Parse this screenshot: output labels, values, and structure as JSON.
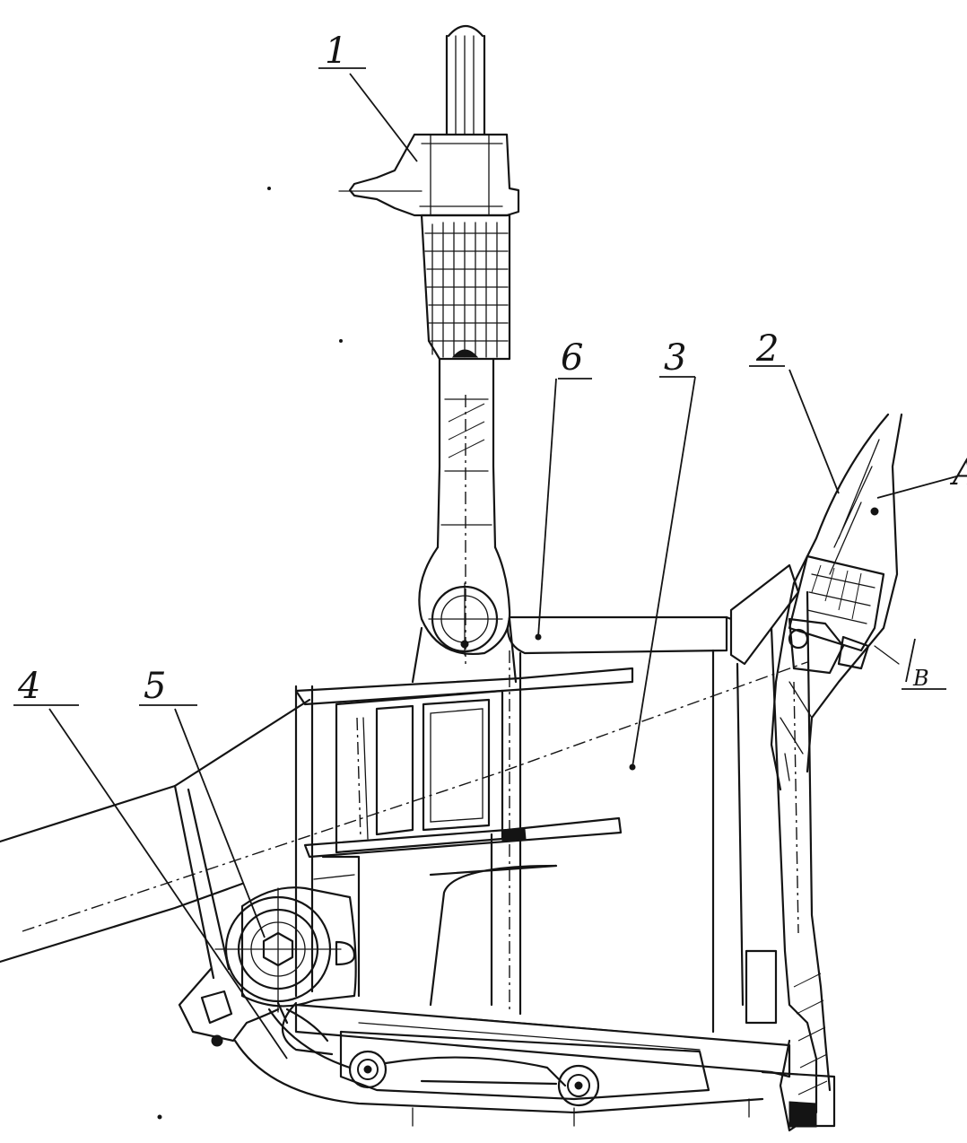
{
  "callouts": [
    {
      "id": "1",
      "text": "1"
    },
    {
      "id": "2",
      "text": "2"
    },
    {
      "id": "3",
      "text": "3"
    },
    {
      "id": "4",
      "text": "4"
    },
    {
      "id": "5",
      "text": "5"
    },
    {
      "id": "6",
      "text": "6"
    },
    {
      "id": "A",
      "text": "A"
    },
    {
      "id": "B",
      "text": "B"
    }
  ],
  "colors": {
    "ink": "#141414",
    "paper": "#ffffff"
  }
}
